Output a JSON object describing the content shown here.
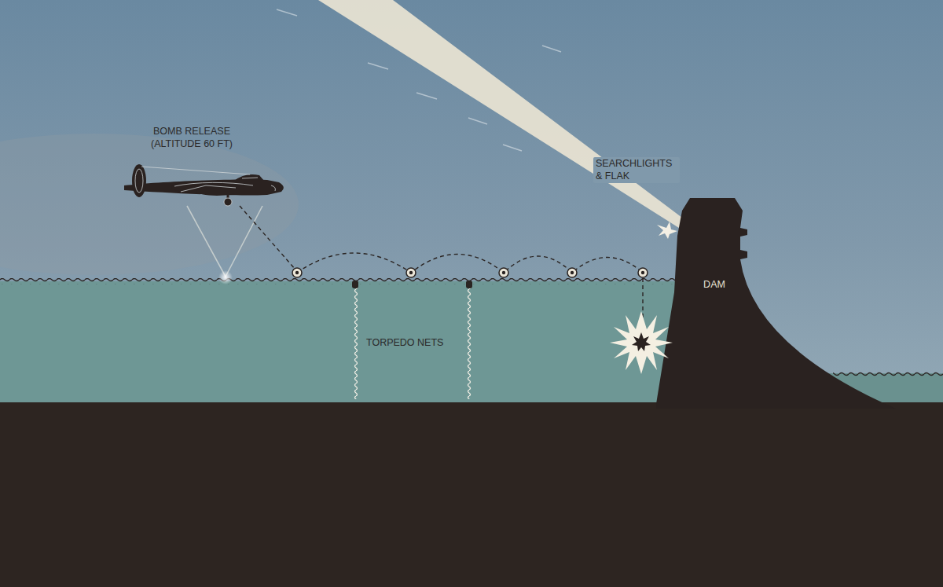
{
  "diagram": {
    "nodes": [
      {
        "text": [
          "DAM"
        ]
      }
    ],
    "labels": [
      "BOMB RELEASE (ALTITUDE 60 FT)",
      "SEARCHLIGHTS & FLAK",
      "TORPEDO NETS"
    ]
  }
}
